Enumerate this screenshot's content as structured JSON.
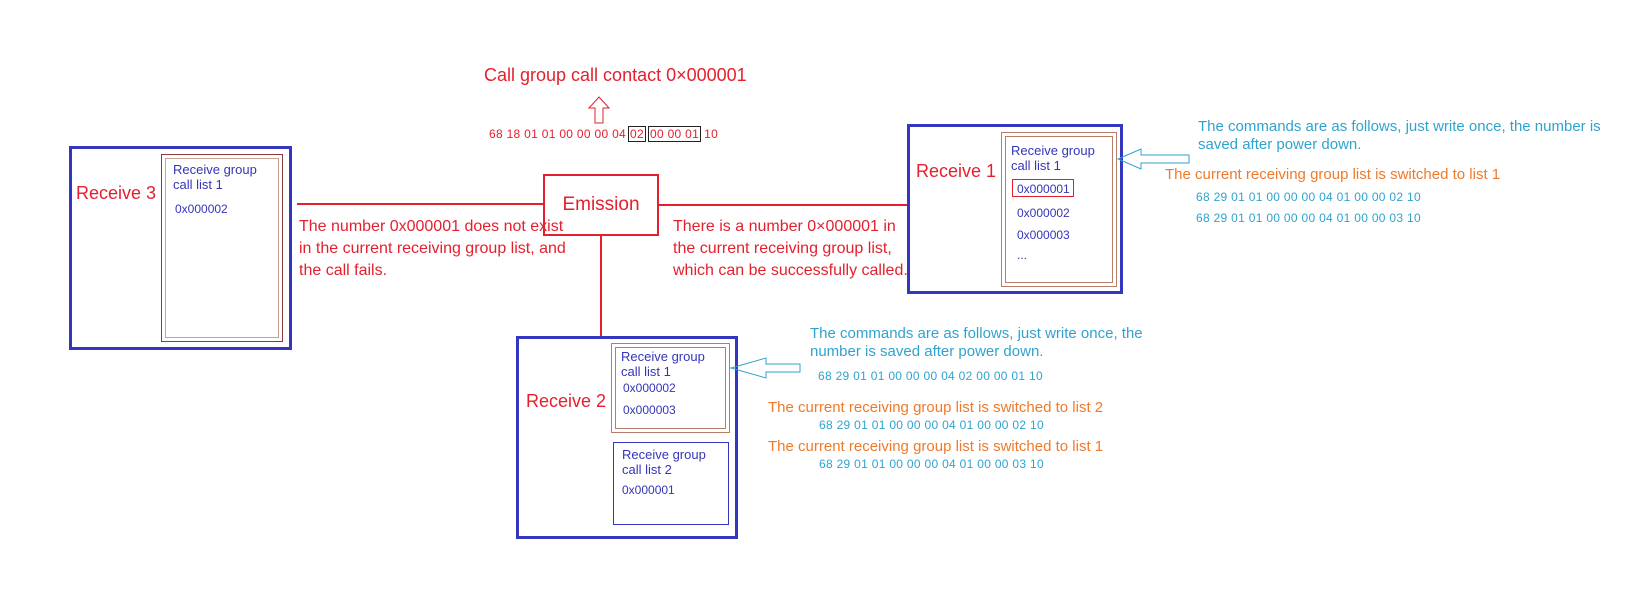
{
  "top": {
    "title": "Call group call contact 0×000001",
    "command_parts": [
      "68 18 01 01 00 00 00 04",
      "02",
      "00 00 01",
      "10"
    ]
  },
  "emission": {
    "label": "Emission"
  },
  "left_note": "The number 0x000001 does not exist in the current receiving group list, and the call fails.",
  "right_note": "There is a number 0×000001 in the current receiving group list, which can be successfully called.",
  "receive3": {
    "label": "Receive 3",
    "list1": {
      "title": "Receive group call list 1",
      "items": [
        "0x000002"
      ]
    }
  },
  "receive1": {
    "label": "Receive 1",
    "list1": {
      "title": "Receive group call list 1",
      "items": [
        "0x000001",
        "0x000002",
        "0x000003",
        "..."
      ]
    },
    "note": "The commands are as follows, just write once, the number is saved after power down.",
    "switch_note": "The current receiving group list is switched to list 1",
    "cmd1": "68 29 01 01 00 00 00 04 01 00 00 02 10",
    "cmd2": "68 29 01 01 00 00 00 04 01 00 00 03 10"
  },
  "receive2": {
    "label": "Receive 2",
    "list1": {
      "title": "Receive group call list 1",
      "items": [
        "0x000002",
        "0x000003"
      ]
    },
    "list2": {
      "title": "Receive group call list 2",
      "items": [
        "0x000001"
      ]
    },
    "note": "The commands are as follows, just write once, the number is saved after power down.",
    "cmd_save": "68 29 01 01 00 00 00 04 02 00 00 01 10",
    "switch2_note": "The current receiving group list is switched to list 2",
    "cmd_switch2": "68 29 01 01 00 00 00 04 01 00 00 02 10",
    "switch1_note": "The current receiving group list is switched to list 1",
    "cmd_switch1": "68 29 01 01 00 00 00 04 01 00 00 03 10"
  },
  "colors": {
    "red": "#e5202e",
    "frame_blue": "#3436c0",
    "text_blue": "#3535b8",
    "cyan": "#2fa3cf",
    "orange": "#ef7a2a"
  }
}
